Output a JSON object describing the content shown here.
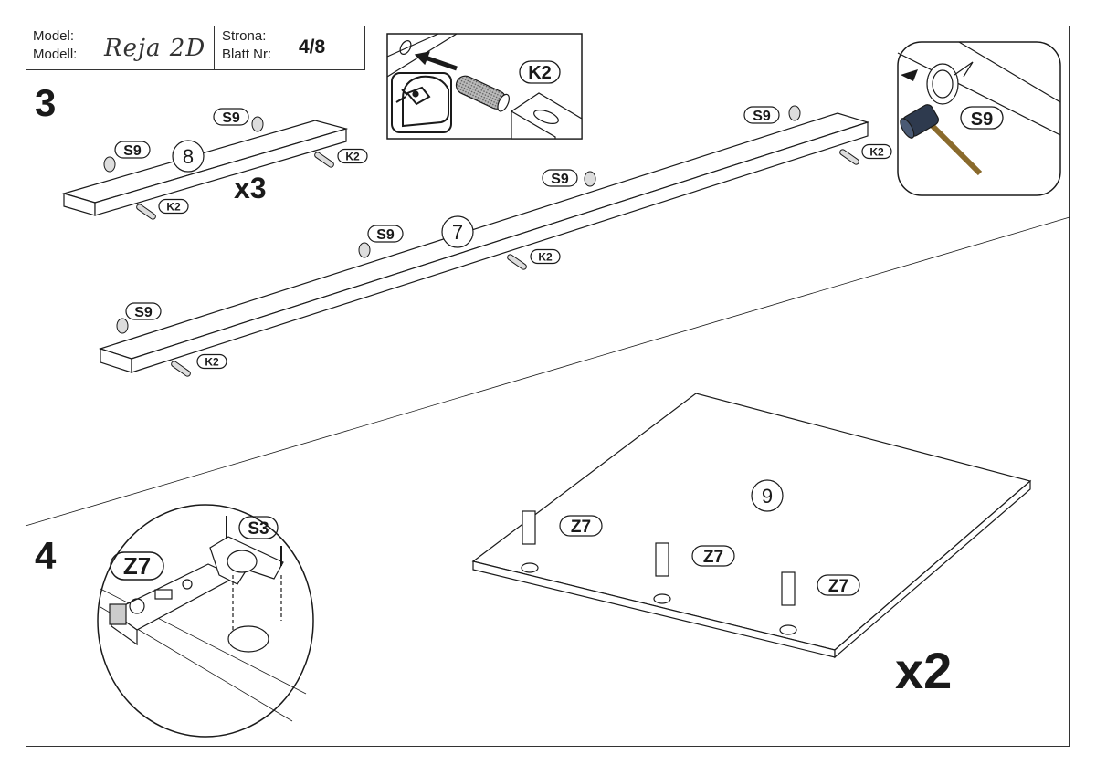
{
  "header": {
    "model_label_pl": "Model:",
    "model_label_de": "Modell:",
    "model_name": "Reja 2D",
    "page_label_pl": "Strona:",
    "page_label_de": "Blatt Nr:",
    "page_number": "4/8"
  },
  "step3": {
    "number": "3",
    "part_short": "8",
    "part_long": "7",
    "multiplier": "x3",
    "fittings": {
      "dowel": "K2",
      "nail_glide": "S9"
    },
    "inset_dowel_label": "K2",
    "inset_hammer_label": "S9"
  },
  "step4": {
    "number": "4",
    "part_panel": "9",
    "multiplier": "x2",
    "hinge": "Z7",
    "screw": "S3"
  },
  "colors": {
    "line": "#1a1a1a",
    "hammer_head": "#2e3a4e",
    "hammer_handle": "#8a6a2c"
  }
}
